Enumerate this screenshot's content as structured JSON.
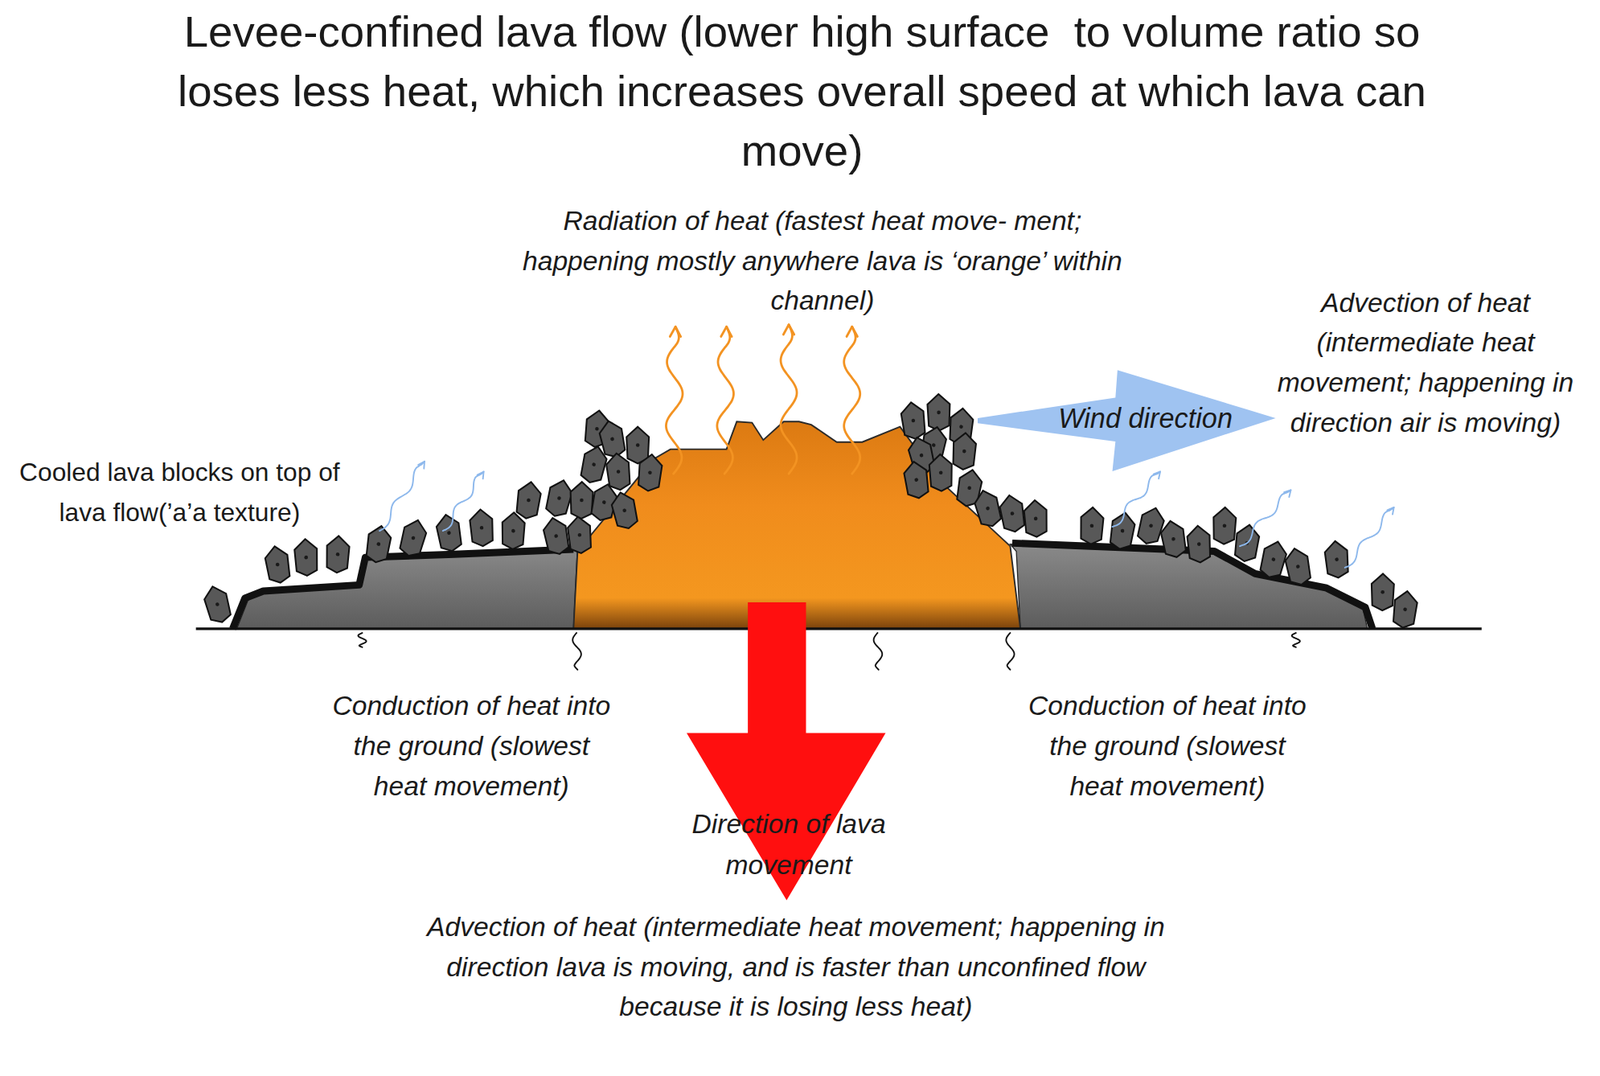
{
  "diagram": {
    "title": "Levee-confined lava flow (lower high surface  to volume ratio so loses less heat, which increases overall speed at which lava can move)",
    "nodes": [
      {
        "text": [
          "Wind direction"
        ]
      },
      {
        "text": [
          "Direction of lava movement"
        ]
      }
    ],
    "labels": [
      "Radiation of heat (fastest heat move- ment; happening mostly anywhere lava is ‘orange’ within channel)",
      "Advection of heat (intermediate heat movement; happening in direction air is moving)",
      "Cooled lava blocks on top of lava flow(’a’a texture)",
      "Conduction of heat into the ground (slowest heat movement)",
      "Conduction of heat into the ground (slowest heat movement)",
      "Advection of heat (intermediate heat movement; happening in direction lava is moving, and is faster than unconfined flow because it is losing less heat)"
    ]
  }
}
